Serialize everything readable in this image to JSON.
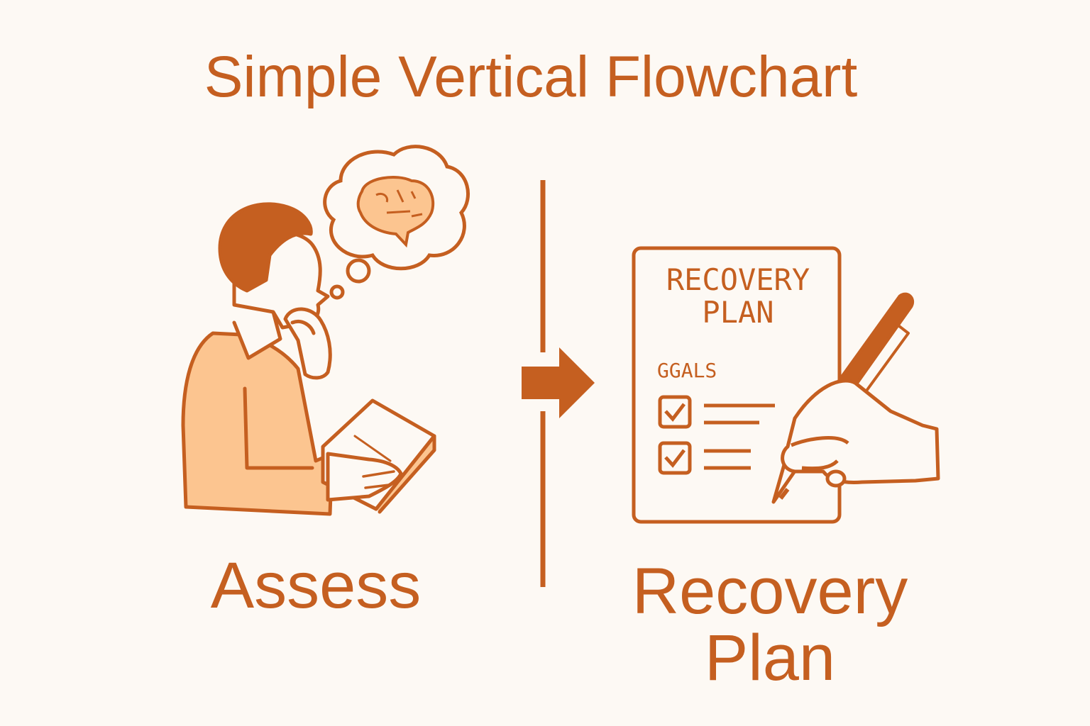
{
  "title": "Simple Vertical Flowchart",
  "steps": [
    {
      "label": "Assess",
      "icon": "person-thinking-icon"
    },
    {
      "label": "Recovery Plan",
      "icon": "recovery-plan-document-icon"
    }
  ],
  "document": {
    "title_line1": "RECOVERY",
    "title_line2": "PLAN",
    "section": "GGALS"
  },
  "colors": {
    "accent": "#c55f20",
    "fill_light": "#fcc590",
    "background": "#fdf9f4"
  }
}
